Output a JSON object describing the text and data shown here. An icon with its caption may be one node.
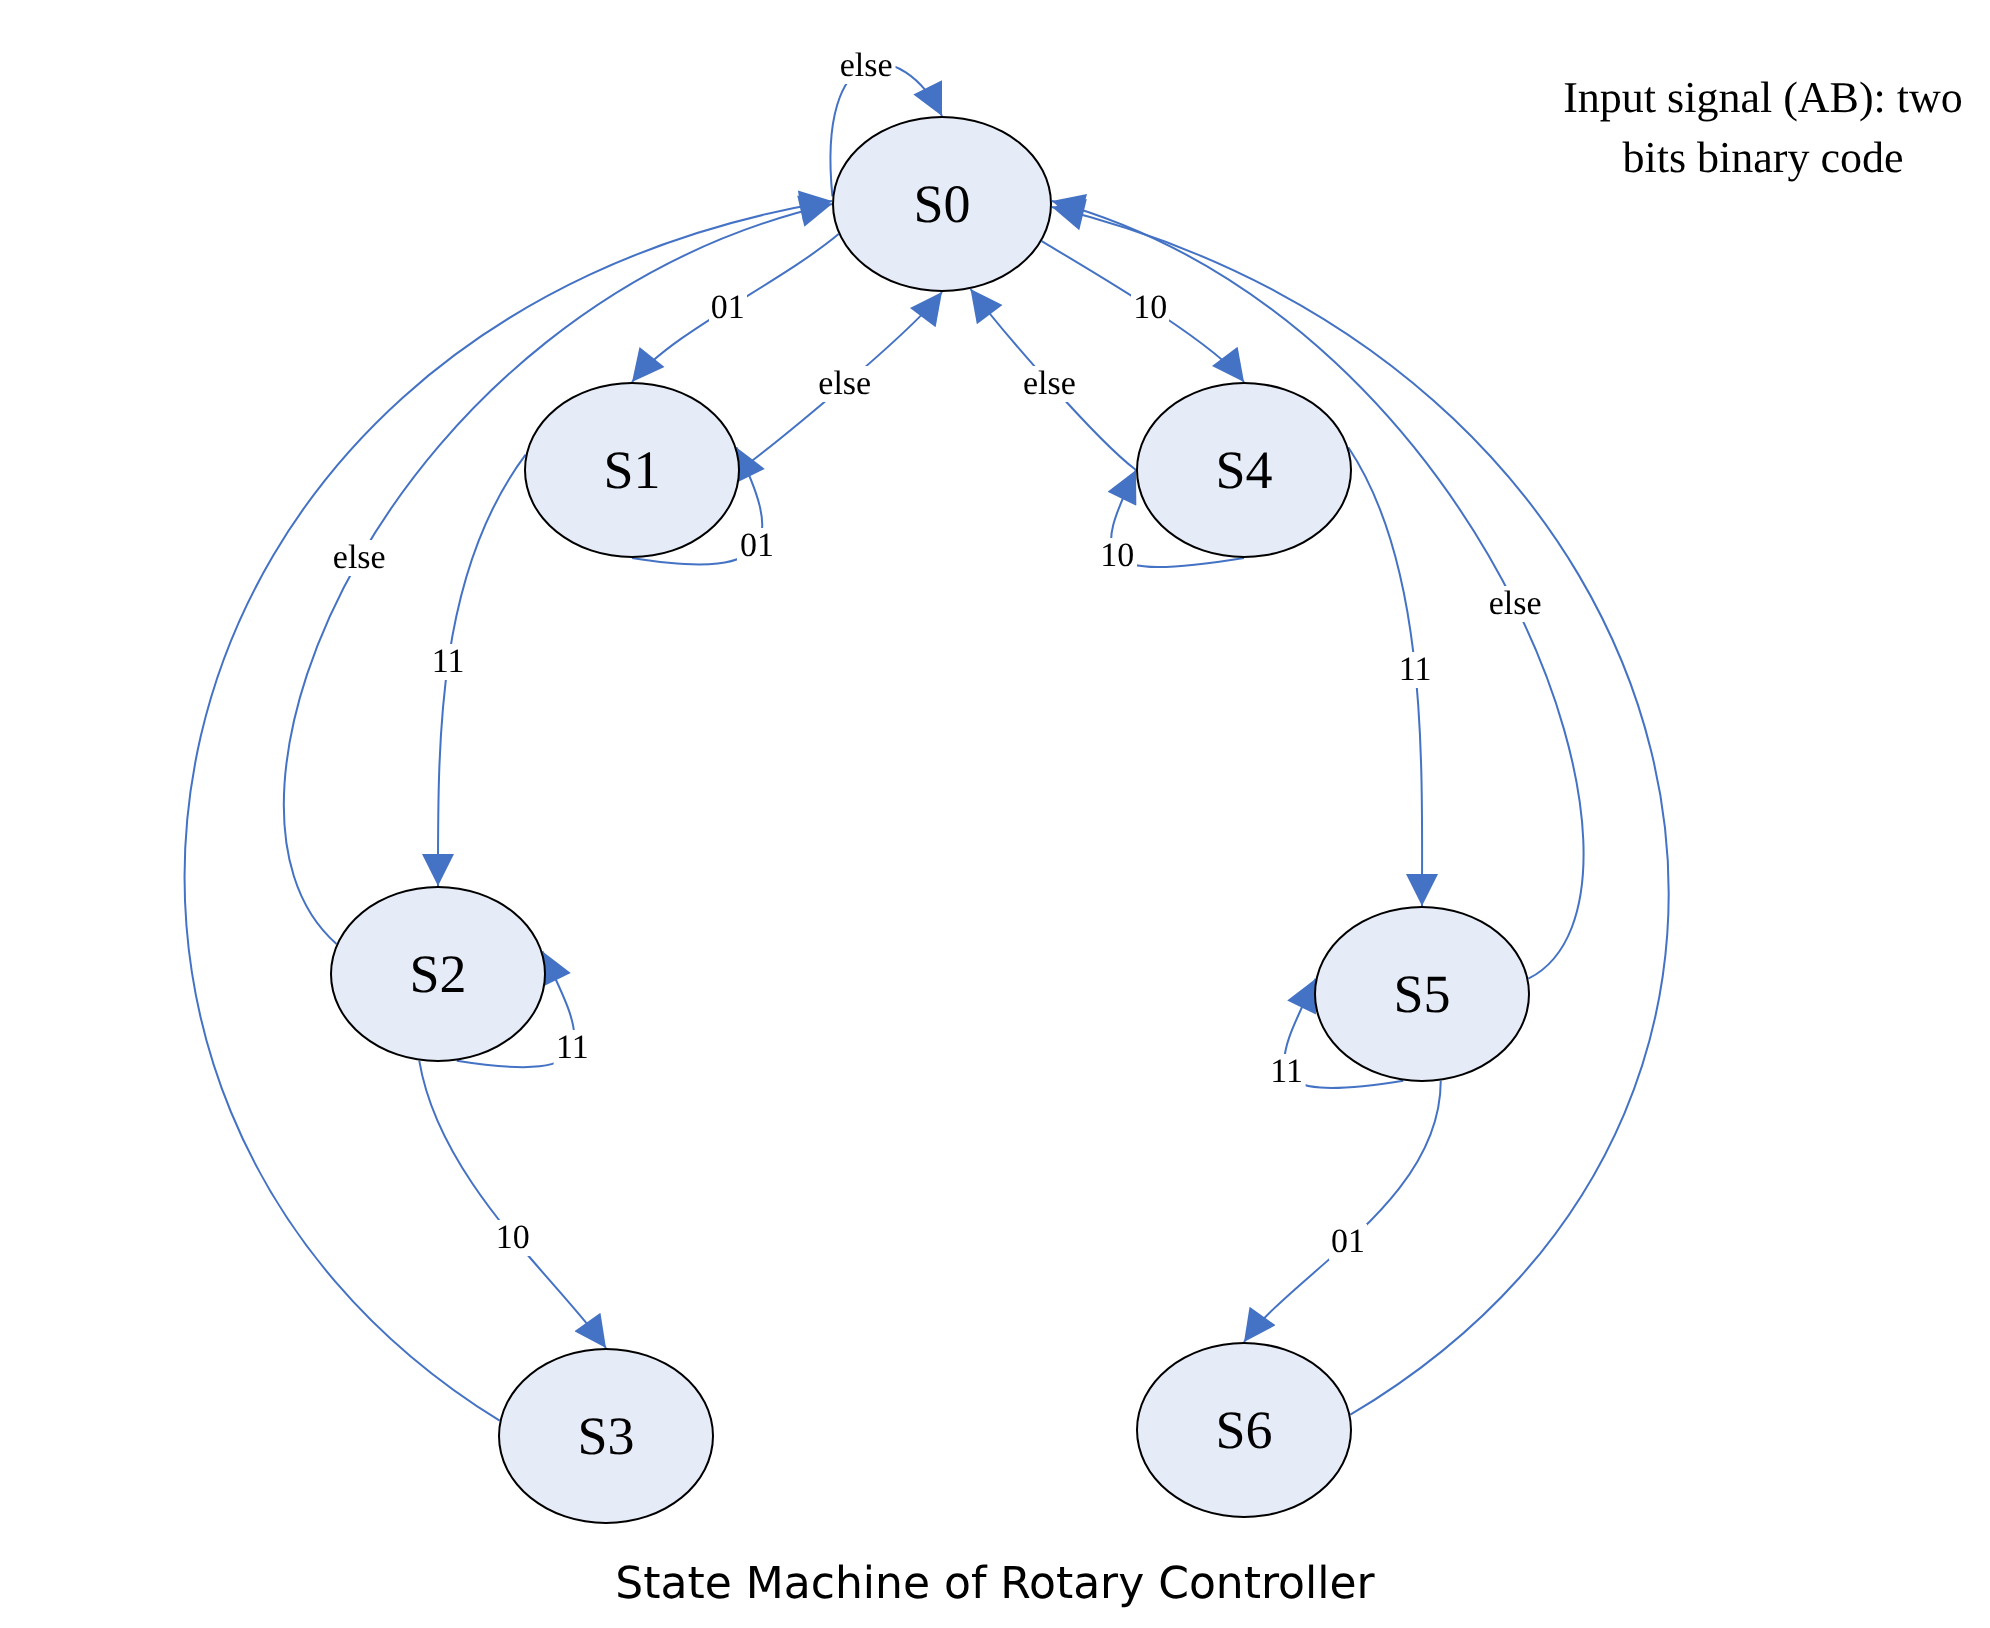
{
  "diagram": {
    "caption": "State Machine of Rotary Controller",
    "nodes": [
      {
        "text": [
          "S0"
        ]
      },
      {
        "text": [
          "S1"
        ]
      },
      {
        "text": [
          "S4"
        ]
      },
      {
        "text": [
          "S2"
        ]
      },
      {
        "text": [
          "S5"
        ]
      },
      {
        "text": [
          "S3"
        ]
      },
      {
        "text": [
          "S6"
        ]
      }
    ],
    "edges": [
      {
        "from": 0,
        "to": 0,
        "arrow": "to",
        "label": "else"
      },
      {
        "from": 0,
        "to": 1,
        "arrow": "to",
        "label": "01"
      },
      {
        "from": 1,
        "to": 0,
        "arrow": "to",
        "label": "else"
      },
      {
        "from": 1,
        "to": 1,
        "arrow": "to",
        "label": "01"
      },
      {
        "from": 0,
        "to": 2,
        "arrow": "to",
        "label": "10"
      },
      {
        "from": 2,
        "to": 0,
        "arrow": "to",
        "label": "else"
      },
      {
        "from": 2,
        "to": 2,
        "arrow": "to",
        "label": "10"
      },
      {
        "from": 1,
        "to": 3,
        "arrow": "to",
        "label": "11"
      },
      {
        "from": 3,
        "to": 0,
        "arrow": "to",
        "label": "else"
      },
      {
        "from": 3,
        "to": 3,
        "arrow": "to",
        "label": "11"
      },
      {
        "from": 3,
        "to": 5,
        "arrow": "to",
        "label": "10"
      },
      {
        "from": 5,
        "to": 0,
        "arrow": "to"
      },
      {
        "from": 2,
        "to": 4,
        "arrow": "to",
        "label": "11"
      },
      {
        "from": 4,
        "to": 0,
        "arrow": "to",
        "label": "else"
      },
      {
        "from": 4,
        "to": 4,
        "arrow": "to",
        "label": "11"
      },
      {
        "from": 4,
        "to": 6,
        "arrow": "to",
        "label": "01"
      },
      {
        "from": 6,
        "to": 0,
        "arrow": "to"
      }
    ],
    "labels": [
      "Input signal  (AB): two bits binary code"
    ]
  }
}
